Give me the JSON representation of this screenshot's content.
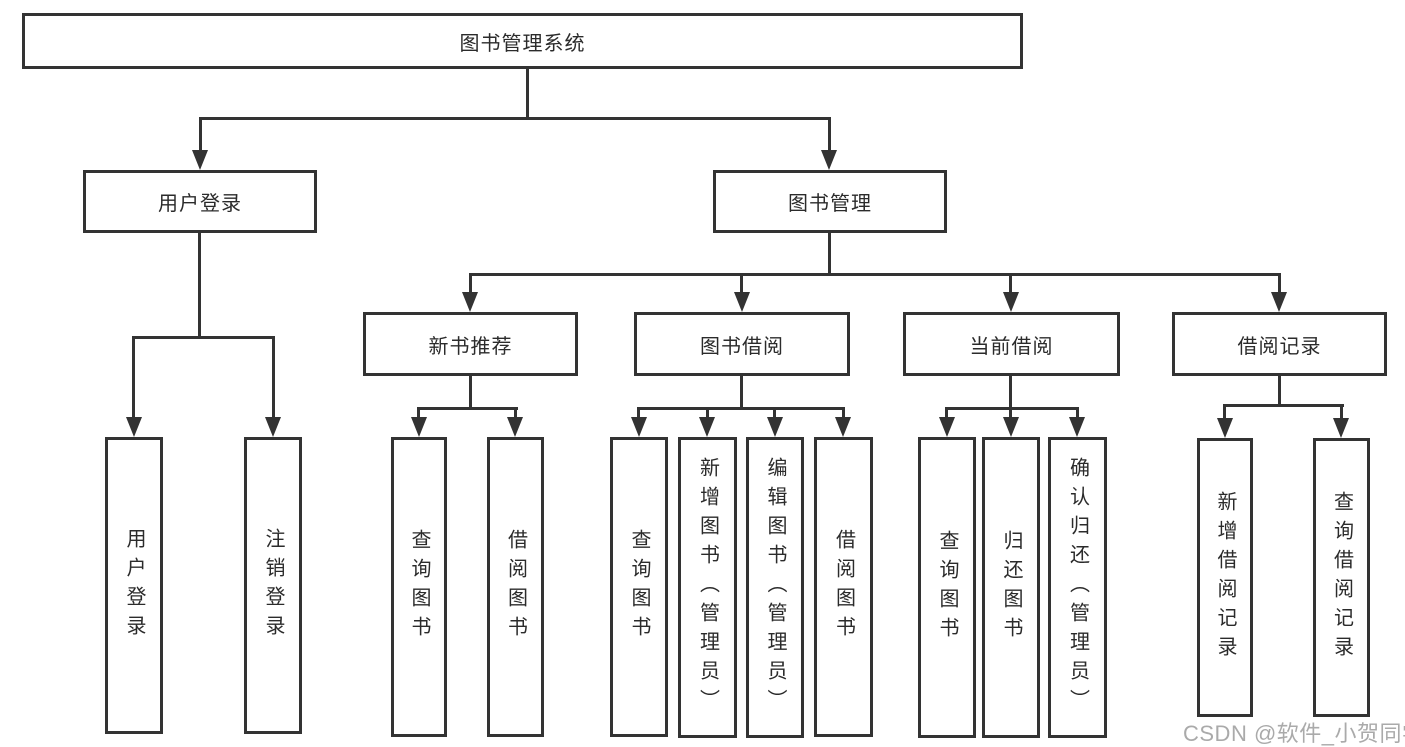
{
  "diagram": {
    "type": "hierarchy-tree",
    "title": "图书管理系统",
    "colors": {
      "line": "#333333",
      "box_border": "#333333",
      "box_fill": "#ffffff",
      "text": "#2b2b2b",
      "watermark": "#9b9b9b",
      "background": "#ffffff"
    },
    "nodes": {
      "root": {
        "label": "图书管理系统"
      },
      "user_login": {
        "label": "用户登录"
      },
      "book_mgmt": {
        "label": "图书管理"
      },
      "new_book_rec": {
        "label": "新书推荐"
      },
      "book_borrow": {
        "label": "图书借阅"
      },
      "current_borrow": {
        "label": "当前借阅"
      },
      "borrow_records": {
        "label": "借阅记录"
      },
      "leaf_ul_login": {
        "label": "用户登录"
      },
      "leaf_ul_logout": {
        "label": "注销登录"
      },
      "leaf_nbr_query": {
        "label": "查询图书"
      },
      "leaf_nbr_borrow": {
        "label": "借阅图书"
      },
      "leaf_bb_query": {
        "label": "查询图书"
      },
      "leaf_bb_add": {
        "label": "新增图书（管理员）"
      },
      "leaf_bb_edit": {
        "label": "编辑图书（管理员）"
      },
      "leaf_bb_borrow": {
        "label": "借阅图书"
      },
      "leaf_cb_query": {
        "label": "查询图书"
      },
      "leaf_cb_return": {
        "label": "归还图书"
      },
      "leaf_cb_confirm": {
        "label": "确认归还（管理员）"
      },
      "leaf_br_add": {
        "label": "新增借阅记录"
      },
      "leaf_br_query": {
        "label": "查询借阅记录"
      }
    },
    "hierarchy": {
      "图书管理系统": {
        "用户登录": [
          "用户登录",
          "注销登录"
        ],
        "图书管理": {
          "新书推荐": [
            "查询图书",
            "借阅图书"
          ],
          "图书借阅": [
            "查询图书",
            "新增图书（管理员）",
            "编辑图书（管理员）",
            "借阅图书"
          ],
          "当前借阅": [
            "查询图书",
            "归还图书",
            "确认归还（管理员）"
          ],
          "借阅记录": [
            "新增借阅记录",
            "查询借阅记录"
          ]
        }
      }
    },
    "watermark": {
      "text": "CSDN @软件_小贺同学"
    }
  }
}
